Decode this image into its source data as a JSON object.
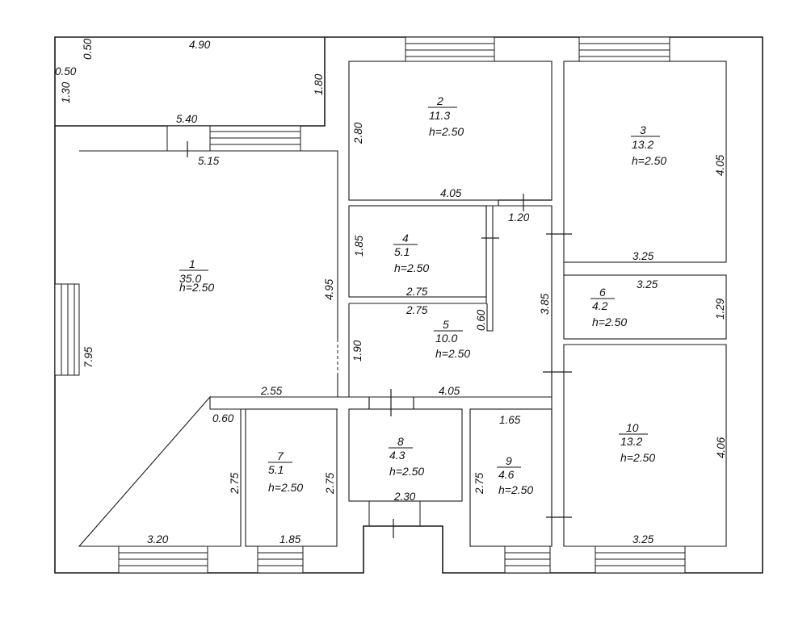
{
  "rooms": [
    {
      "number": "1",
      "area": "35.0",
      "height": "h=2.50"
    },
    {
      "number": "2",
      "area": "11.3",
      "height": "h=2.50"
    },
    {
      "number": "3",
      "area": "13.2",
      "height": "h=2.50"
    },
    {
      "number": "4",
      "area": "5.1",
      "height": "h=2.50"
    },
    {
      "number": "5",
      "area": "10.0",
      "height": "h=2.50"
    },
    {
      "number": "6",
      "area": "4.2",
      "height": "h=2.50"
    },
    {
      "number": "7",
      "area": "5.1",
      "height": "h=2.50"
    },
    {
      "number": "8",
      "area": "4.3",
      "height": "h=2.50"
    },
    {
      "number": "9",
      "area": "4.6",
      "height": "h=2.50"
    },
    {
      "number": "10",
      "area": "13.2",
      "height": "h=2.50"
    }
  ],
  "dimensions": {
    "terrace_top": "4.90",
    "terrace_small_a": "0.50",
    "terrace_small_b": "0.50",
    "terrace_left": "1.30",
    "terrace_right": "1.80",
    "terrace_bottom": "5.40",
    "room1_top": "5.15",
    "room1_right": "4.95",
    "room1_left": "7.95",
    "room1_bottom": "3.20",
    "room2_left": "2.80",
    "room2_bottom": "4.05",
    "room3_right": "4.05",
    "room3_bottom": "3.25",
    "hall_top": "1.20",
    "room4_left": "1.85",
    "room4_bottom": "2.75",
    "room5_top": "2.75",
    "room5_wall": "0.60",
    "room5_right": "3.85",
    "room5_left": "1.90",
    "room5_bottom": "4.05",
    "corridor": "2.55",
    "room6_top": "3.25",
    "room6_right": "1.29",
    "room7_offset": "0.60",
    "room7_left": "2.75",
    "room7_right": "2.75",
    "room7_bottom": "1.85",
    "room8_bottom": "2.30",
    "room9_top": "1.65",
    "room9_left": "2.75",
    "room10_right": "4.06",
    "room10_bottom": "3.25"
  }
}
